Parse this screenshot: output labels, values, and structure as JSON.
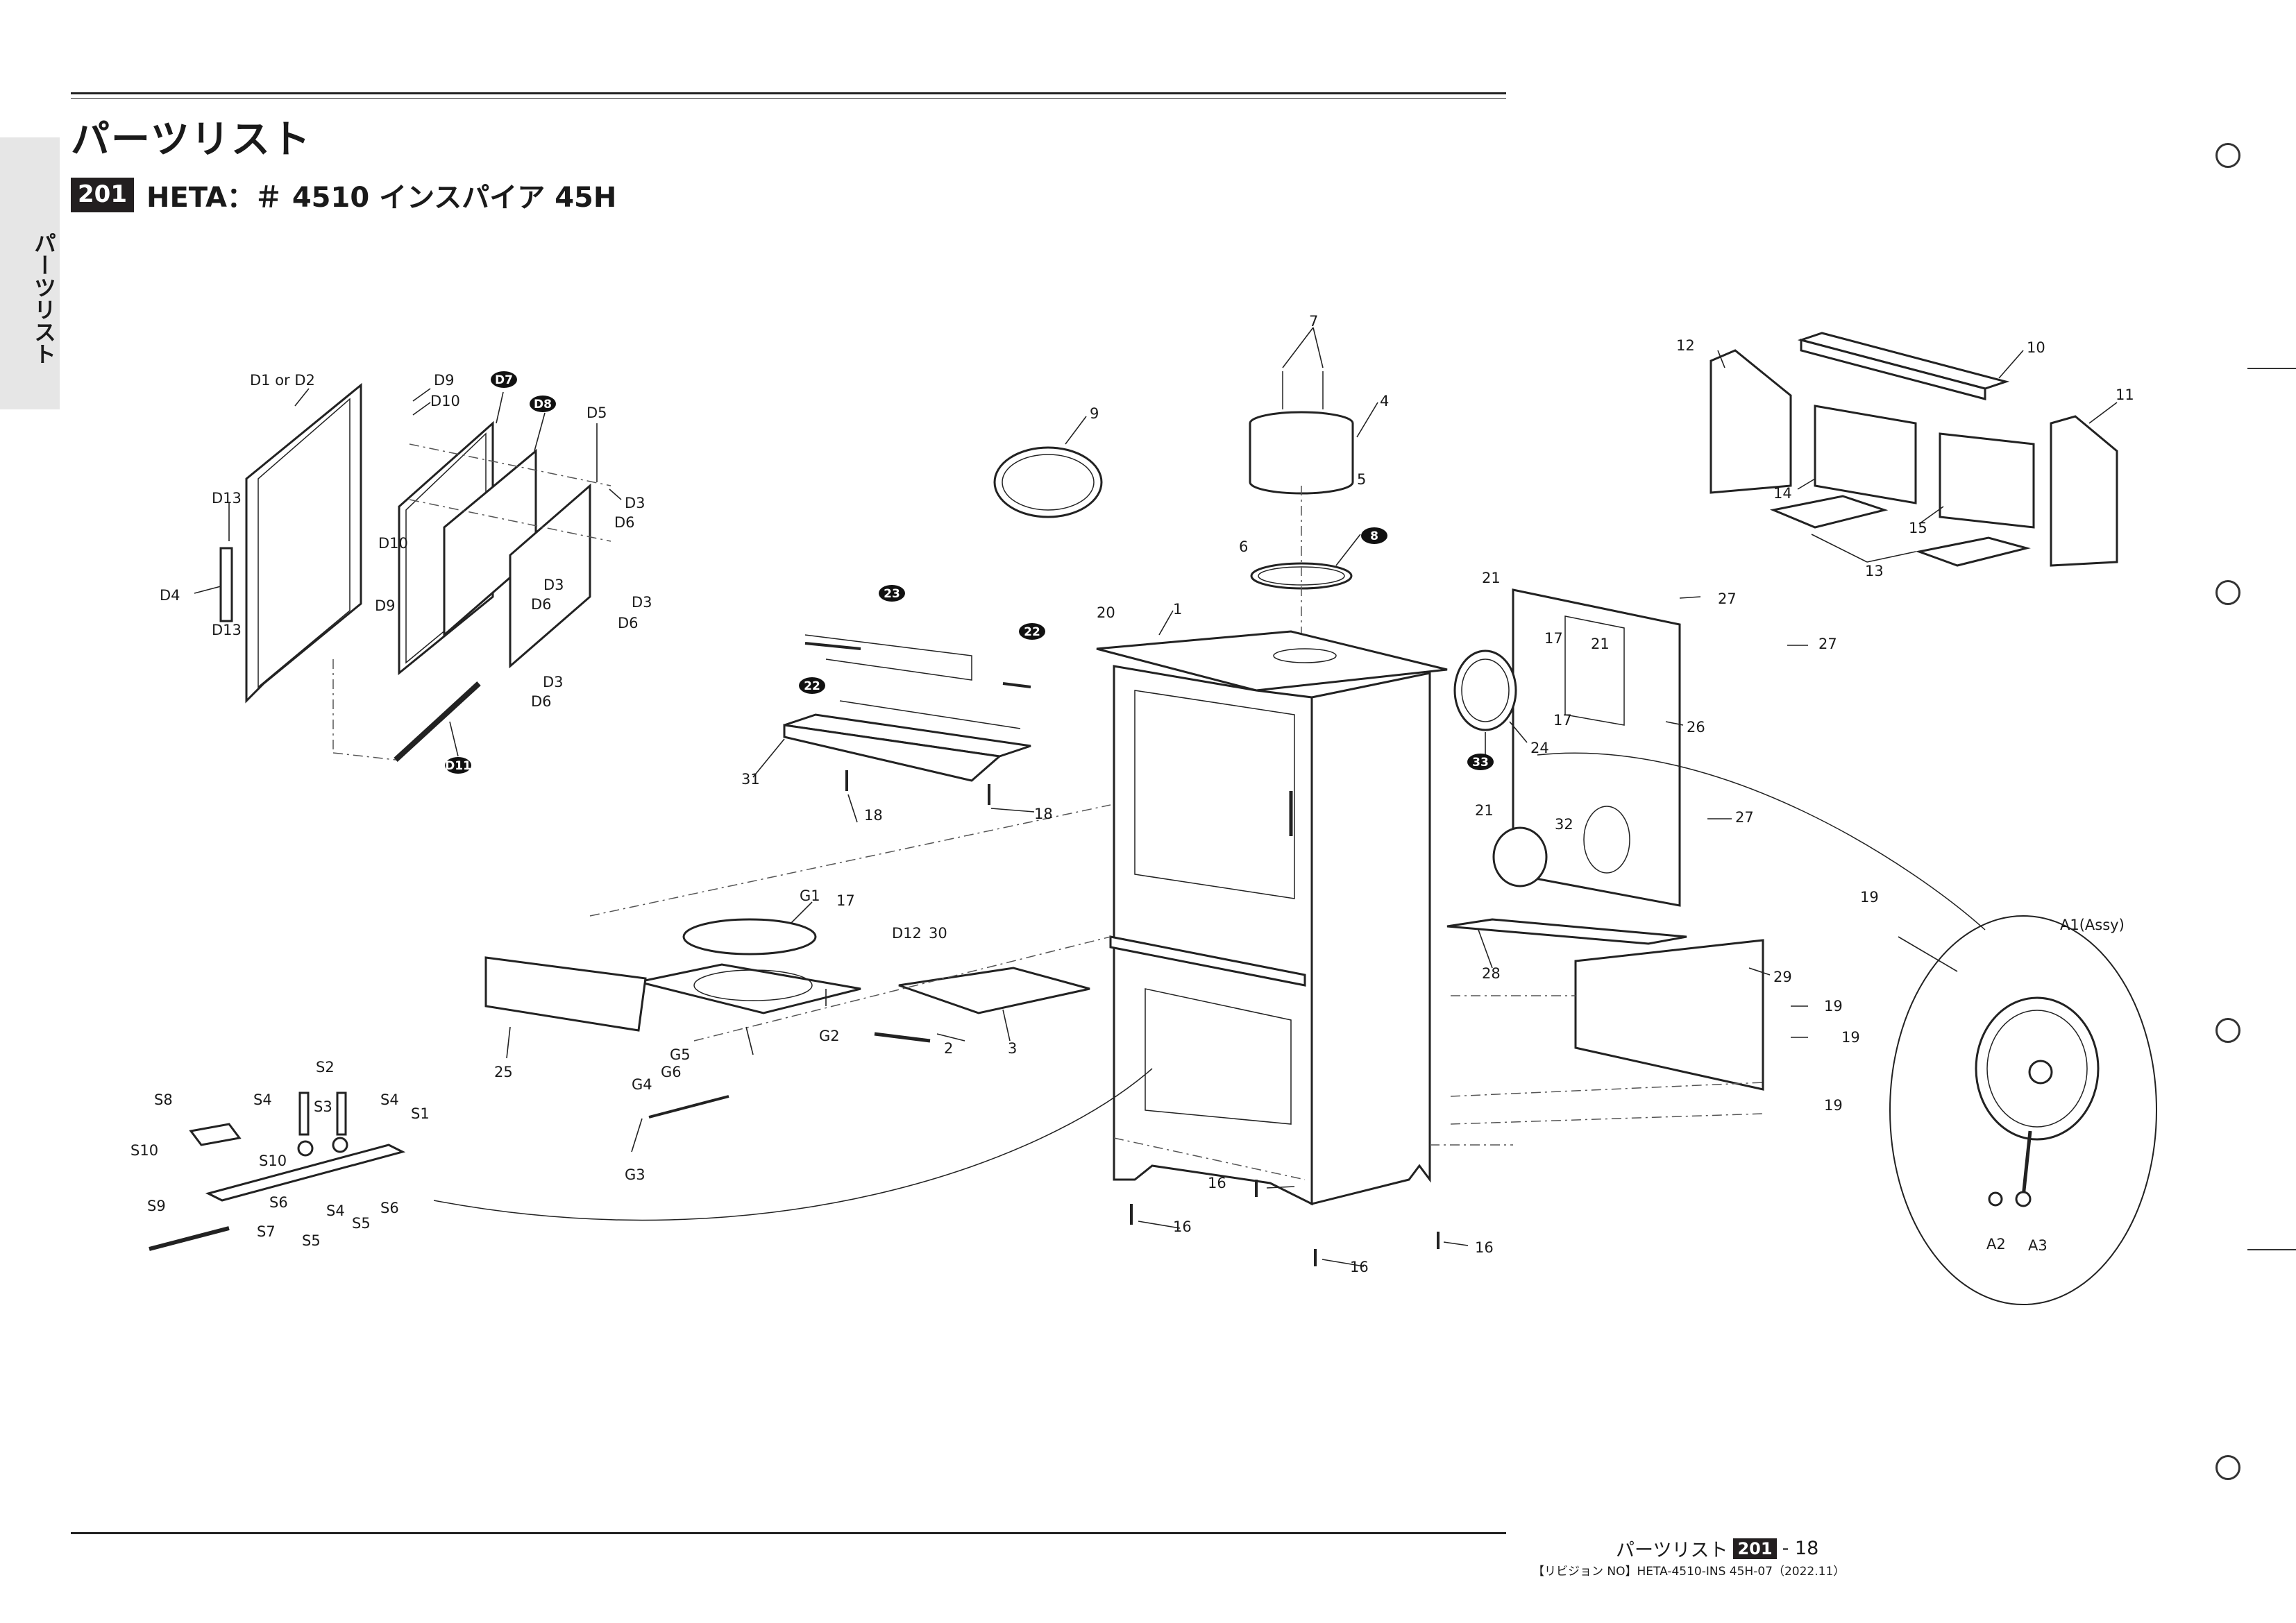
{
  "side_tab": {
    "label": "パーツリスト"
  },
  "header": {
    "title": "パーツリスト",
    "model_badge": "201",
    "model_name": "HETA：＃ 4510 インスパイア 45H"
  },
  "footer": {
    "page_prefix": "パーツリスト",
    "page_badge": "201",
    "page_suffix": "- 18",
    "revision": "【リビジョン NO】HETA-4510-INS 45H-07（2022.11）"
  },
  "diagram": {
    "door_labels": [
      "D1 or D2",
      "D9",
      "D10",
      "D13",
      "D4",
      "D13",
      "D10",
      "D9",
      "D5",
      "D3",
      "D6",
      "D3",
      "D6",
      "D3",
      "D6",
      "D3",
      "D6"
    ],
    "badge_labels": [
      "D7",
      "D8",
      "D11",
      "23",
      "22",
      "22",
      "8",
      "33"
    ],
    "part_labels": [
      "7",
      "4",
      "5",
      "6",
      "9",
      "20",
      "1",
      "18",
      "18",
      "31",
      "17",
      "D12",
      "30",
      "G1",
      "G2",
      "25",
      "G5",
      "G6",
      "G4",
      "G3",
      "2",
      "3",
      "16",
      "16",
      "16",
      "16",
      "12",
      "10",
      "11",
      "14",
      "15",
      "13",
      "21",
      "21",
      "21",
      "17",
      "17",
      "27",
      "27",
      "27",
      "26",
      "24",
      "32",
      "28",
      "29",
      "19",
      "19",
      "19",
      "19"
    ],
    "shaker_labels": [
      "S2",
      "S4",
      "S3",
      "S4",
      "S8",
      "S1",
      "S10",
      "S10",
      "S9",
      "S6",
      "S4",
      "S6",
      "S7",
      "S5",
      "S5"
    ],
    "detail_labels": [
      "A1(Assy)",
      "A2",
      "A3"
    ]
  }
}
